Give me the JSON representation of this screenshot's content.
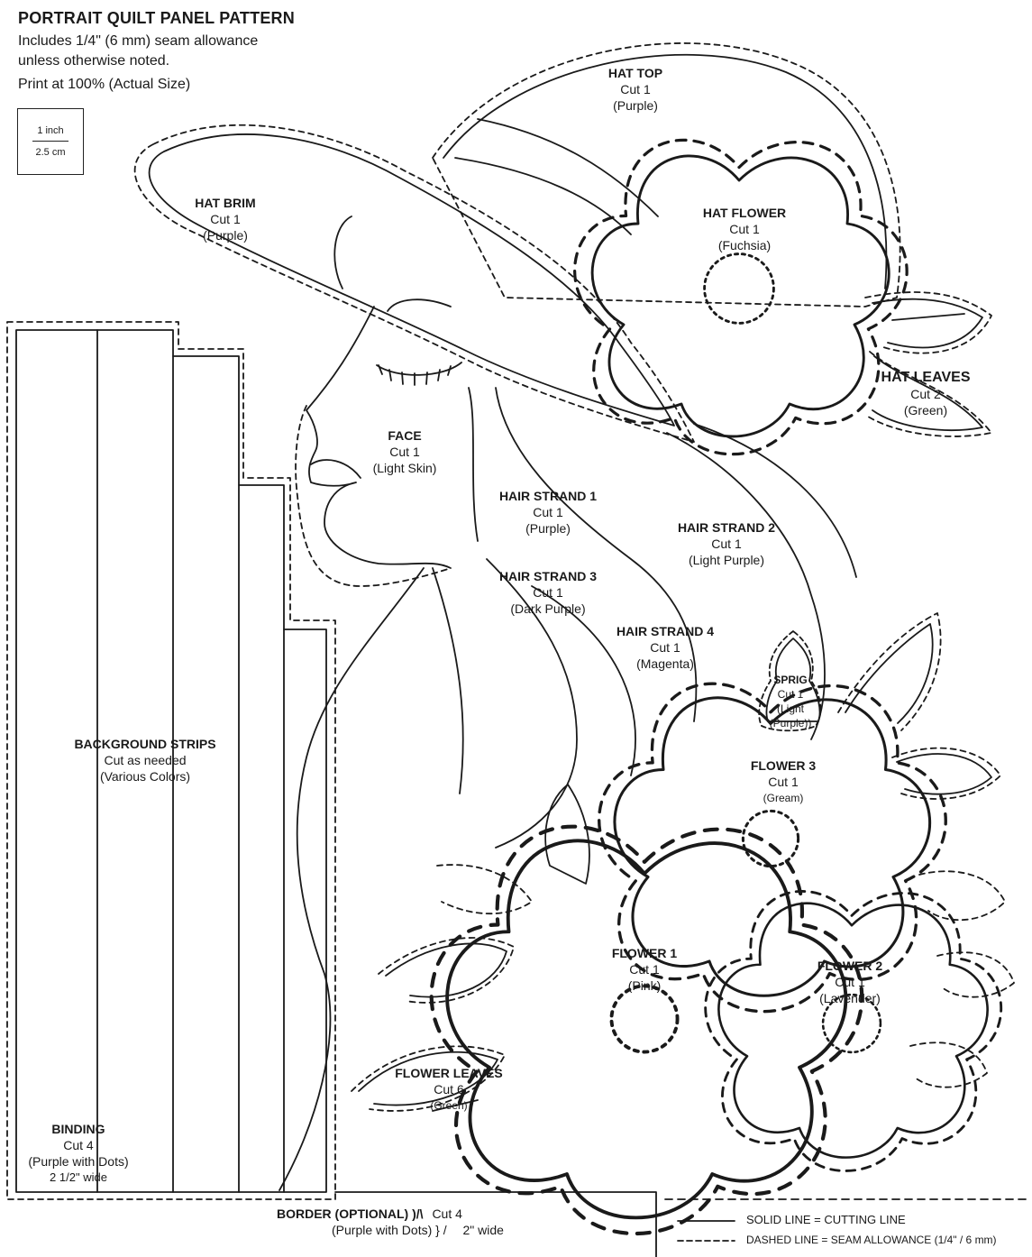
{
  "header": {
    "title": "PORTRAIT QUILT PANEL PATTERN",
    "line1": "Includes 1/4\" (6 mm) seam allowance",
    "line2": "unless otherwise noted.",
    "line3": "Print at 100% (Actual Size)"
  },
  "scale": {
    "inch": "1 inch",
    "cm": "2.5 cm"
  },
  "pieces": {
    "hat_top": {
      "title": "HAT TOP",
      "cut": "Cut 1",
      "color": "(Purple)"
    },
    "hat_brim": {
      "title": "HAT BRIM",
      "cut": "Cut 1",
      "color": "(Purple)"
    },
    "hat_flower": {
      "title": "HAT FLOWER",
      "cut": "Cut 1",
      "color": "(Fuchsia)"
    },
    "hat_leaves": {
      "title": "HAT LEAVES",
      "cut": "Cut 2",
      "color": "(Green)"
    },
    "face": {
      "title": "FACE",
      "cut": "Cut 1",
      "color": "(Light Skin)"
    },
    "hair1": {
      "title": "HAIR STRAND 1",
      "cut": "Cut 1",
      "color": "(Purple)"
    },
    "hair2": {
      "title": "HAIR STRAND 2",
      "cut": "Cut 1",
      "color": "(Light Purple)"
    },
    "hair3": {
      "title": "HAIR STRAND 3",
      "cut": "Cut 1",
      "color": "(Dark Purple)"
    },
    "hair4": {
      "title": "HAIR STRAND 4",
      "cut": "Cut 1",
      "color": "(Magenta)"
    },
    "sprig": {
      "title": "SPRIG",
      "cut": "Cut 1",
      "color1": "(Light",
      "color2": "(Purple))"
    },
    "flower3": {
      "title": "FLOWER 3",
      "cut": "Cut 1",
      "color": "(Gream)"
    },
    "background": {
      "title": "BACKGROUND STRIPS",
      "cut": "Cut as needed",
      "color": "(Various Colors)"
    },
    "flower1": {
      "title": "FLOWER 1",
      "cut": "Cut 1",
      "color": "(Pink)"
    },
    "flower2": {
      "title": "FLOWER 2",
      "cut": "Cut 1",
      "color": "(Lavender)"
    },
    "flower_leaves": {
      "title": "FLOWER LEAVES",
      "cut": "Cut 6",
      "color": "(Green)"
    },
    "binding": {
      "title": "BINDING",
      "cut": "Cut 4",
      "color": "(Purple with Dots)",
      "width": "2 1/2\" wide"
    },
    "border": {
      "title": "BORDER (OPTIONAL) )/\\",
      "cut": "Cut 4",
      "color": "(Purple with Dots) } /",
      "width": "2\" wide"
    }
  },
  "legend": {
    "solid": "SOLID LINE = CUTTING LINE",
    "dashed": "DASHED LINE = SEAM ALLOWANCE (1/4\" / 6 mm)"
  }
}
